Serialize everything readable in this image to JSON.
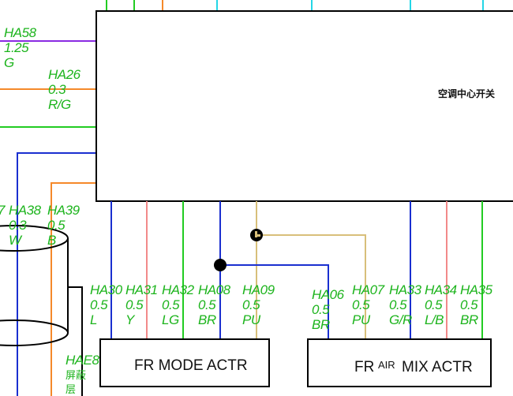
{
  "switch_label": "空调中心开关",
  "shield_label": "HAE8",
  "shield_text": [
    "屏蔽",
    "层"
  ],
  "actuators": {
    "mode": "FR MODE ACTR",
    "air_fr": "FR",
    "air_mid": "AIR",
    "air_end": "MIX ACTR"
  },
  "colors": {
    "violet": "#8a2be2",
    "orange": "#f5892a",
    "green": "#22cc22",
    "blue": "#1a2fd0",
    "pink": "#f28a8a",
    "tan": "#d8bf7a",
    "cyan": "#24d6e6",
    "label_green": "#1db41d"
  },
  "left_wires": [
    {
      "id": "HA58",
      "gauge": "1.25",
      "code": "G",
      "color": "violet"
    },
    {
      "id": "HA26",
      "gauge": "0.3",
      "code": "R/G",
      "color": "orange"
    }
  ],
  "side_wires": [
    {
      "id": "7",
      "gauge": "",
      "code": ""
    },
    {
      "id": "HA38",
      "gauge": "0.3",
      "code": "W"
    },
    {
      "id": "HA39",
      "gauge": "0.5",
      "code": "B"
    }
  ],
  "bottom_wires": [
    {
      "id": "HA30",
      "gauge": "0.5",
      "code": "L",
      "color": "blue"
    },
    {
      "id": "HA31",
      "gauge": "0.5",
      "code": "Y",
      "color": "pink"
    },
    {
      "id": "HA32",
      "gauge": "0.5",
      "code": "LG",
      "color": "green"
    },
    {
      "id": "HA08",
      "gauge": "0.5",
      "code": "BR",
      "color": "blue"
    },
    {
      "id": "HA09",
      "gauge": "0.5",
      "code": "PU",
      "color": "tan"
    },
    {
      "id": "HA06",
      "gauge": "0.5",
      "code": "BR",
      "color": "blue"
    },
    {
      "id": "HA07",
      "gauge": "0.5",
      "code": "PU",
      "color": "tan"
    },
    {
      "id": "HA33",
      "gauge": "0.5",
      "code": "G/R",
      "color": "blue"
    },
    {
      "id": "HA34",
      "gauge": "0.5",
      "code": "L/B",
      "color": "pink"
    },
    {
      "id": "HA35",
      "gauge": "0.5",
      "code": "BR",
      "color": "green"
    }
  ]
}
